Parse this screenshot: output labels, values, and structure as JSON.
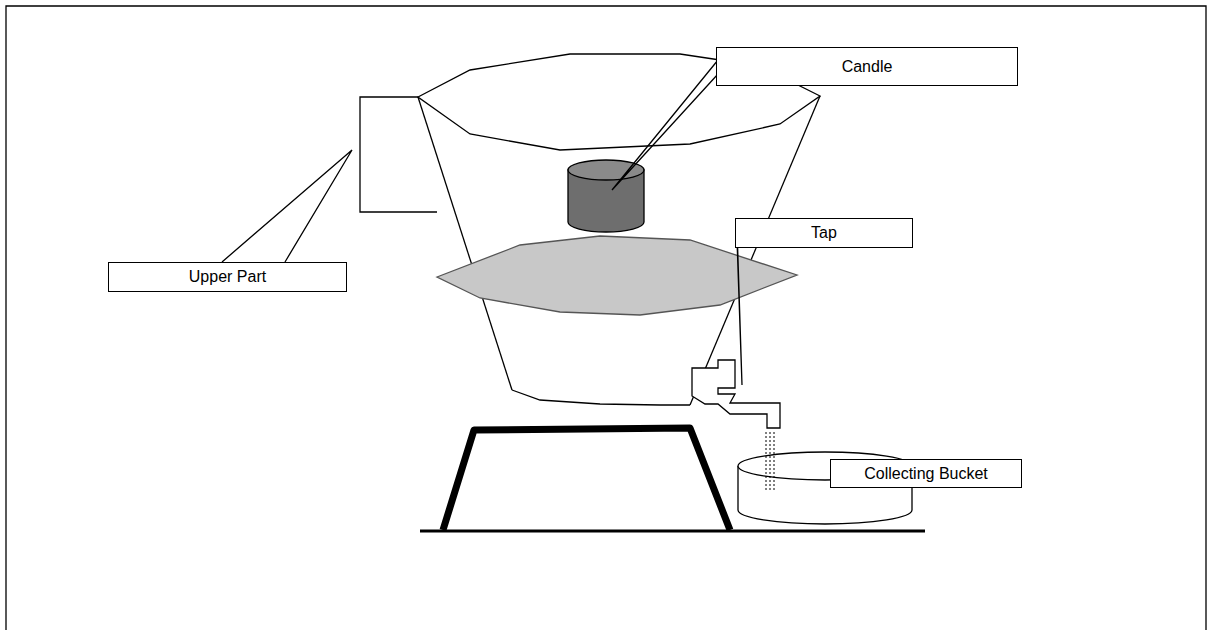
{
  "diagram": {
    "nodes": [
      {
        "text": [
          "Candle"
        ]
      },
      {
        "text": [
          "Tap"
        ]
      },
      {
        "text": [
          "Upper Part"
        ]
      },
      {
        "text": [
          "Collecting Bucket"
        ]
      }
    ]
  }
}
